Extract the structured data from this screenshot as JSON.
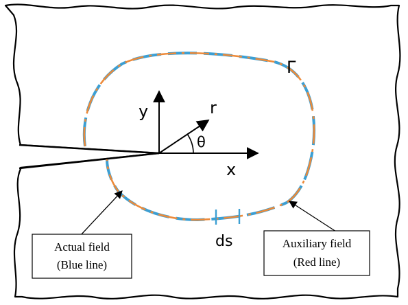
{
  "contour": {
    "gamma_label": "Γ",
    "actual_color": "#3c9fd3",
    "auxiliary_color": "#ec8a3a"
  },
  "axes": {
    "y_label": "y",
    "x_label": "x",
    "r_label": "r",
    "theta_label": "θ"
  },
  "element": {
    "ds_label": "ds"
  },
  "callouts": {
    "actual": {
      "line1": "Actual field",
      "line2": "(Blue line)"
    },
    "auxiliary": {
      "line1": "Auxiliary field",
      "line2": "(Red line)"
    }
  }
}
